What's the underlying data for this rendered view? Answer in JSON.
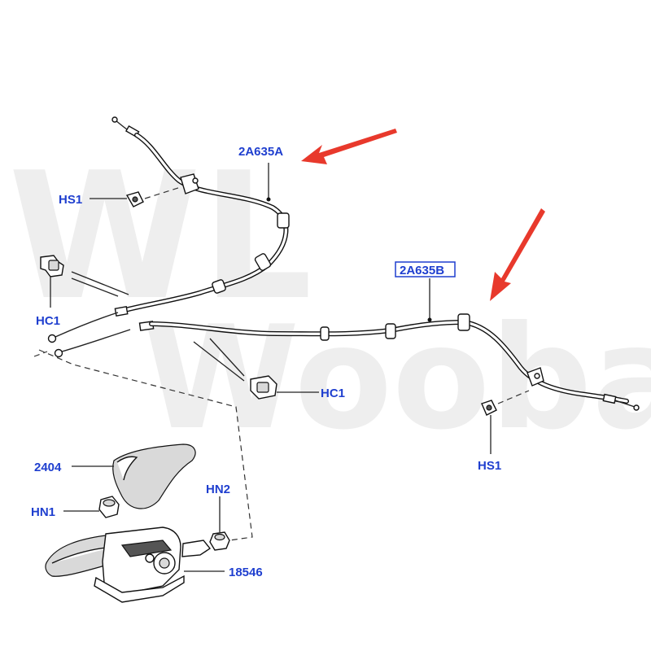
{
  "watermark": {
    "line1": "WL",
    "line2": "Wooba"
  },
  "callouts": {
    "cable_left": "2A635A",
    "cable_right": "2A635B",
    "hs1_left": "HS1",
    "hs1_right": "HS1",
    "hc1_left": "HC1",
    "hc1_right": "HC1",
    "boot": "2404",
    "hn1": "HN1",
    "hn2": "HN2",
    "lever": "18546"
  },
  "colors": {
    "callout_text": "#1f3fcf",
    "highlight_arrow": "#e8392c",
    "line_art": "#111111"
  }
}
